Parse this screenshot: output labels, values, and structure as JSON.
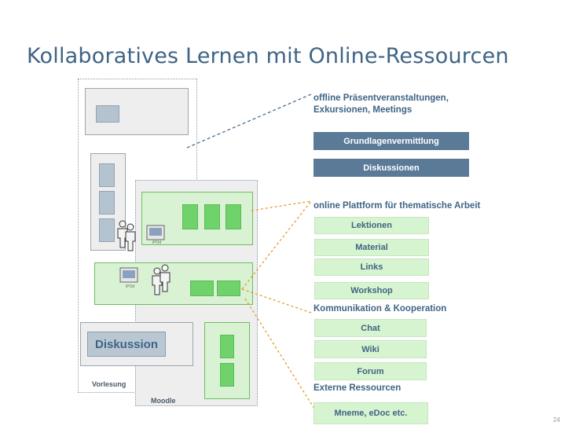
{
  "slide": {
    "title": "Kollaboratives Lernen mit Online-Ressourcen",
    "page_number": "24"
  },
  "diagram": {
    "vorlesung_label": "Vorlesung",
    "moodle_label": "Moodle",
    "diskussion_label": "Diskussion",
    "ipod_label_top": "iPOd",
    "ipod_label_bottom": "iPOd"
  },
  "offline": {
    "heading_line1": "offline Präsentveranstaltungen,",
    "heading_line2": "Exkursionen, Meetings",
    "items": [
      "Grundlagenvermittlung",
      "Diskussionen"
    ]
  },
  "online": {
    "heading": "online Plattform für thematische Arbeit",
    "items": [
      "Lektionen",
      "Material",
      "Links",
      "Workshop"
    ]
  },
  "communication": {
    "heading": "Kommunikation & Kooperation",
    "items": [
      "Chat",
      "Wiki",
      "Forum"
    ]
  },
  "external": {
    "heading": "Externe Ressourcen",
    "items": [
      "Mneme, eDoc etc."
    ]
  },
  "colors": {
    "title": "#3f6485",
    "blue_bar": "#5a7a98",
    "green_bar": "#d7f4d0",
    "green_block": "#6fd26a",
    "connector_dark": "#3f6485",
    "connector_orange": "#e8941a"
  }
}
